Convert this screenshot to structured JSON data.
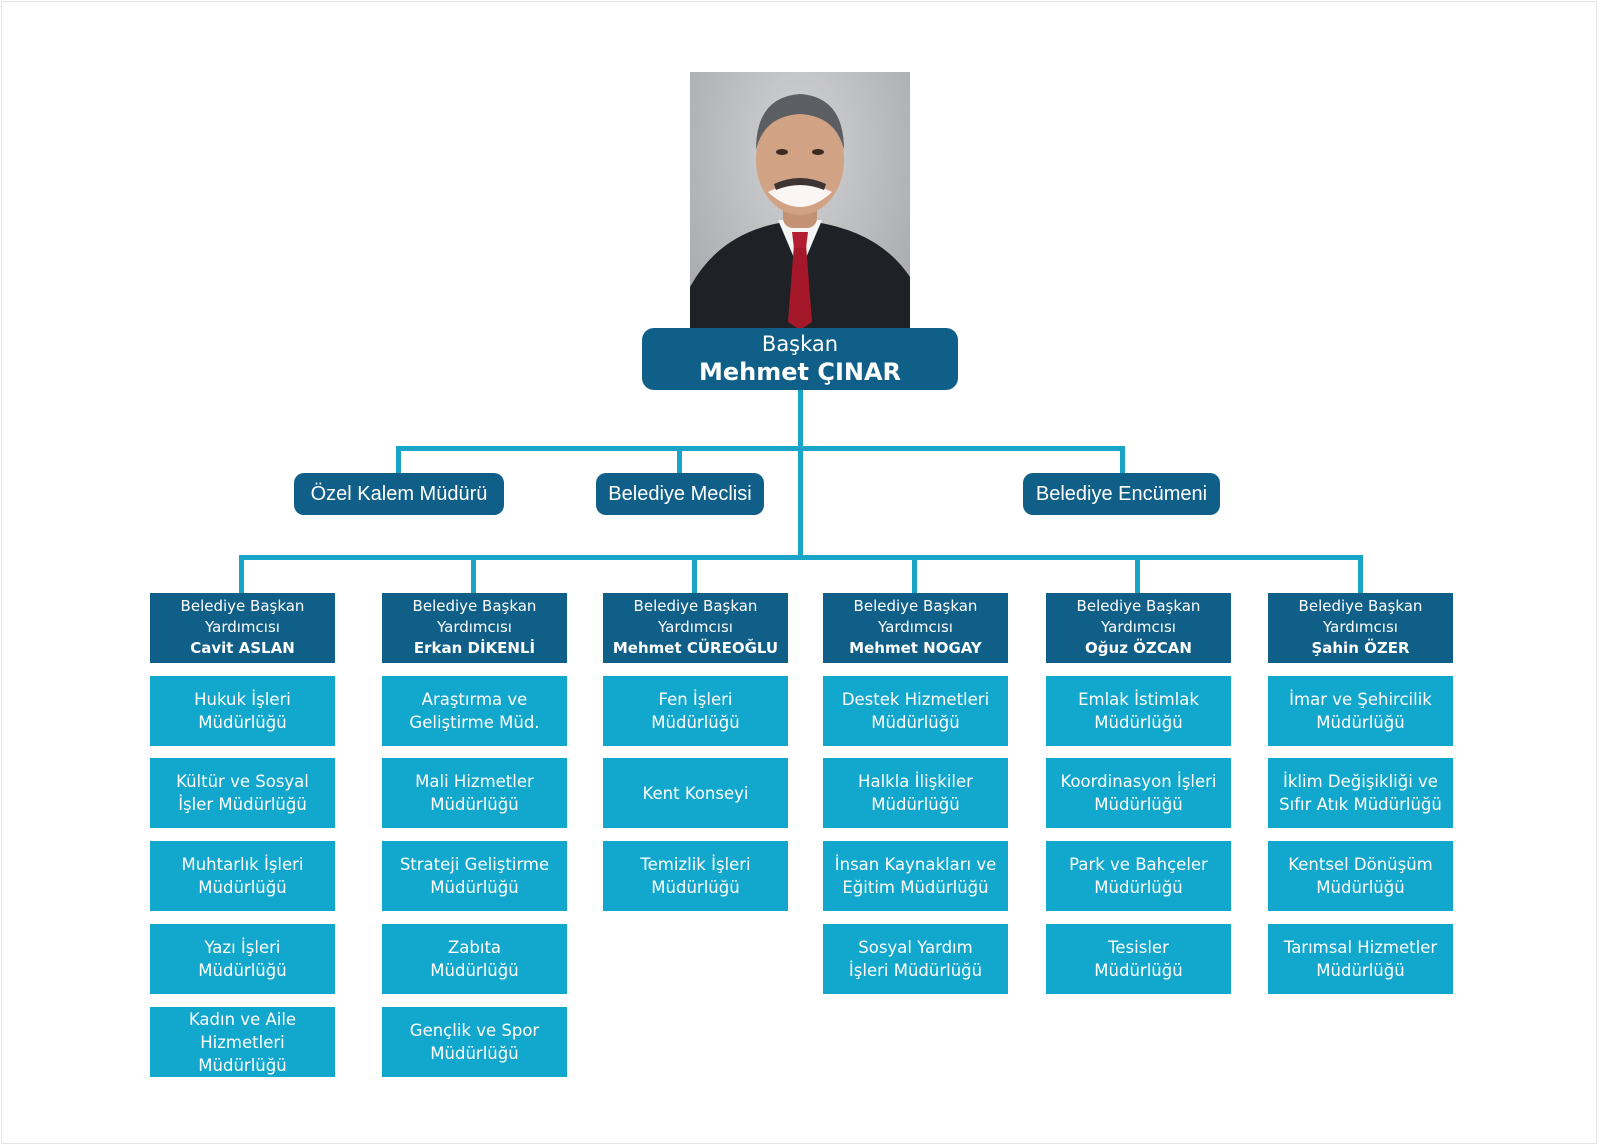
{
  "mayor": {
    "title": "Başkan",
    "name": "Mehmet ÇINAR"
  },
  "units": [
    "Özel Kalem Müdürü",
    "Belediye Meclisi",
    "Belediye Encümeni"
  ],
  "columns": [
    {
      "deputy": {
        "line1": "Belediye Başkan",
        "line2": "Yardımcısı",
        "name": "Cavit ASLAN"
      },
      "departments": [
        {
          "line1": "Hukuk İşleri",
          "line2": "Müdürlüğü"
        },
        {
          "line1": "Kültür ve Sosyal",
          "line2": "İşler Müdürlüğü"
        },
        {
          "line1": "Muhtarlık İşleri",
          "line2": "Müdürlüğü"
        },
        {
          "line1": "Yazı İşleri",
          "line2": "Müdürlüğü"
        },
        {
          "line1": "Kadın ve Aile Hizmetleri",
          "line2": "Müdürlüğü"
        }
      ]
    },
    {
      "deputy": {
        "line1": "Belediye Başkan",
        "line2": "Yardımcısı",
        "name": "Erkan DİKENLİ"
      },
      "departments": [
        {
          "line1": "Araştırma ve",
          "line2": "Geliştirme Müd."
        },
        {
          "line1": "Mali Hizmetler",
          "line2": "Müdürlüğü"
        },
        {
          "line1": "Strateji Geliştirme",
          "line2": "Müdürlüğü"
        },
        {
          "line1": "Zabıta",
          "line2": "Müdürlüğü"
        },
        {
          "line1": "Gençlik ve Spor",
          "line2": "Müdürlüğü"
        }
      ]
    },
    {
      "deputy": {
        "line1": "Belediye Başkan",
        "line2": "Yardımcısı",
        "name": "Mehmet CÜREOĞLU"
      },
      "departments": [
        {
          "line1": "Fen İşleri",
          "line2": "Müdürlüğü"
        },
        {
          "line1": "Kent Konseyi",
          "line2": ""
        },
        {
          "line1": "Temizlik İşleri",
          "line2": "Müdürlüğü"
        }
      ]
    },
    {
      "deputy": {
        "line1": "Belediye Başkan",
        "line2": "Yardımcısı",
        "name": "Mehmet NOGAY"
      },
      "departments": [
        {
          "line1": "Destek Hizmetleri",
          "line2": "Müdürlüğü"
        },
        {
          "line1": "Halkla İlişkiler",
          "line2": "Müdürlüğü"
        },
        {
          "line1": "İnsan Kaynakları ve",
          "line2": "Eğitim Müdürlüğü"
        },
        {
          "line1": "Sosyal Yardım",
          "line2": "İşleri Müdürlüğü"
        }
      ]
    },
    {
      "deputy": {
        "line1": "Belediye Başkan",
        "line2": "Yardımcısı",
        "name": "Oğuz ÖZCAN"
      },
      "departments": [
        {
          "line1": "Emlak İstimlak",
          "line2": "Müdürlüğü"
        },
        {
          "line1": "Koordinasyon İşleri",
          "line2": "Müdürlüğü"
        },
        {
          "line1": "Park ve Bahçeler",
          "line2": "Müdürlüğü"
        },
        {
          "line1": "Tesisler",
          "line2": "Müdürlüğü"
        }
      ]
    },
    {
      "deputy": {
        "line1": "Belediye Başkan",
        "line2": "Yardımcısı",
        "name": "Şahin ÖZER"
      },
      "departments": [
        {
          "line1": "İmar ve Şehircilik",
          "line2": "Müdürlüğü"
        },
        {
          "line1": "İklim Değişikliği ve",
          "line2": "Sıfır Atık Müdürlüğü"
        },
        {
          "line1": "Kentsel Dönüşüm",
          "line2": "Müdürlüğü"
        },
        {
          "line1": "Tarımsal Hizmetler",
          "line2": "Müdürlüğü"
        }
      ]
    }
  ],
  "colors": {
    "dark_blue": "#0f5f88",
    "light_blue": "#12a7cc",
    "connector": "#1aa5c8"
  }
}
